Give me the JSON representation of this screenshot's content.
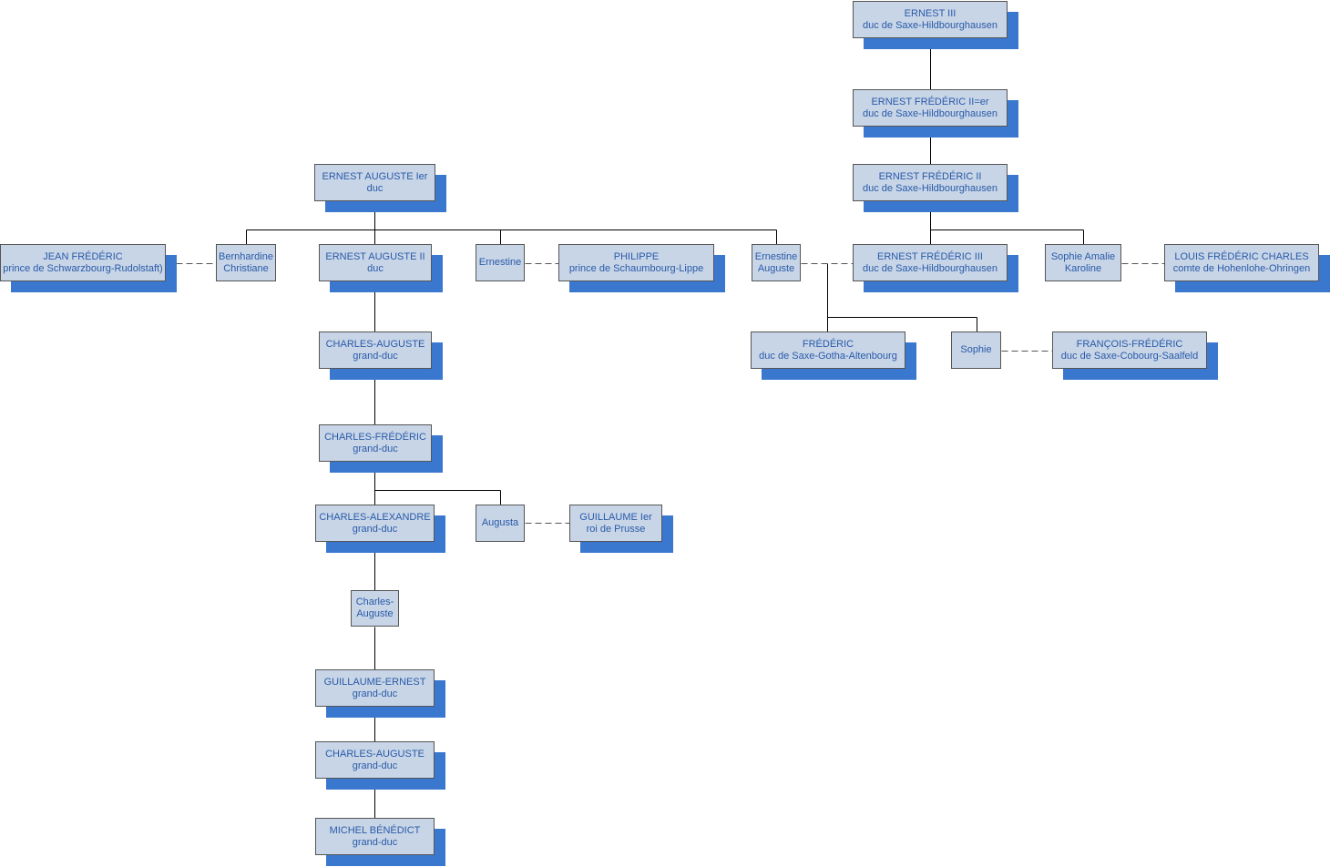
{
  "colors": {
    "box_fill": "#c7d5e7",
    "box_border": "#555555",
    "box_text": "#2a5aa8",
    "shadow": "#3a78d0",
    "connector": "#000000",
    "marriage_line": "#555555"
  },
  "persons": {
    "ernest_iii": {
      "name": "ERNEST III",
      "title": "duc  de Saxe-Hildbourghausen"
    },
    "ernest_frederic_i": {
      "name": "ERNEST FRÉDÉRIC II=er",
      "title": "duc de Saxe-Hildbourghausen"
    },
    "ernest_frederic_ii": {
      "name": "ERNEST FRÉDÉRIC II",
      "title": "duc de Saxe-Hildbourghausen"
    },
    "ernest_auguste_i": {
      "name": "ERNEST AUGUSTE Ier",
      "title": "duc"
    },
    "jean_frederic": {
      "name": "JEAN FRÉDÉRIC",
      "title": "prince de Schwarzbourg-Rudolstaft)"
    },
    "bernhardine": {
      "name": "Bernhardine",
      "title": "Christiane"
    },
    "ernest_auguste_ii": {
      "name": "ERNEST AUGUSTE II",
      "title": "duc"
    },
    "ernestine": {
      "name": "Ernestine",
      "title": ""
    },
    "philippe": {
      "name": "PHILIPPE",
      "title": "prince de Schaumbourg-Lippe"
    },
    "ernestine_auguste": {
      "name": "Ernestine",
      "title": "Auguste"
    },
    "ernest_frederic_iii": {
      "name": "ERNEST FRÉDÉRIC III",
      "title": "duc de Saxe-Hildbourghausen"
    },
    "sophie_amalie": {
      "name": "Sophie Amalie",
      "title": "Karoline"
    },
    "louis_frederic_charles": {
      "name": "LOUIS FRÉDÉRIC CHARLES",
      "title": "comte de Hohenlohe-Ohringen"
    },
    "frederic": {
      "name": "FRÉDÉRIC",
      "title": "duc de Saxe-Gotha-Altenbourg"
    },
    "sophie": {
      "name": "Sophie",
      "title": ""
    },
    "francois_frederic": {
      "name": "FRANÇOIS-FRÉDÉRIC",
      "title": "duc de Saxe-Cobourg-Saalfeld"
    },
    "charles_auguste_1": {
      "name": "CHARLES-AUGUSTE",
      "title": "grand-duc"
    },
    "charles_frederic": {
      "name": "CHARLES-FRÉDÉRIC",
      "title": "grand-duc"
    },
    "charles_alexandre": {
      "name": "CHARLES-ALEXANDRE",
      "title": "grand-duc"
    },
    "augusta": {
      "name": "Augusta",
      "title": ""
    },
    "guillaume_i": {
      "name": "GUILLAUME Ier",
      "title": "roi de Prusse"
    },
    "charles_auguste_small": {
      "name": "Charles-",
      "title": "Auguste"
    },
    "guillaume_ernest": {
      "name": "GUILLAUME-ERNEST",
      "title": "grand-duc"
    },
    "charles_auguste_2": {
      "name": "CHARLES-AUGUSTE",
      "title": "grand-duc"
    },
    "michel_benedict": {
      "name": "MICHEL BÉNÉDICT",
      "title": "grand-duc"
    }
  }
}
